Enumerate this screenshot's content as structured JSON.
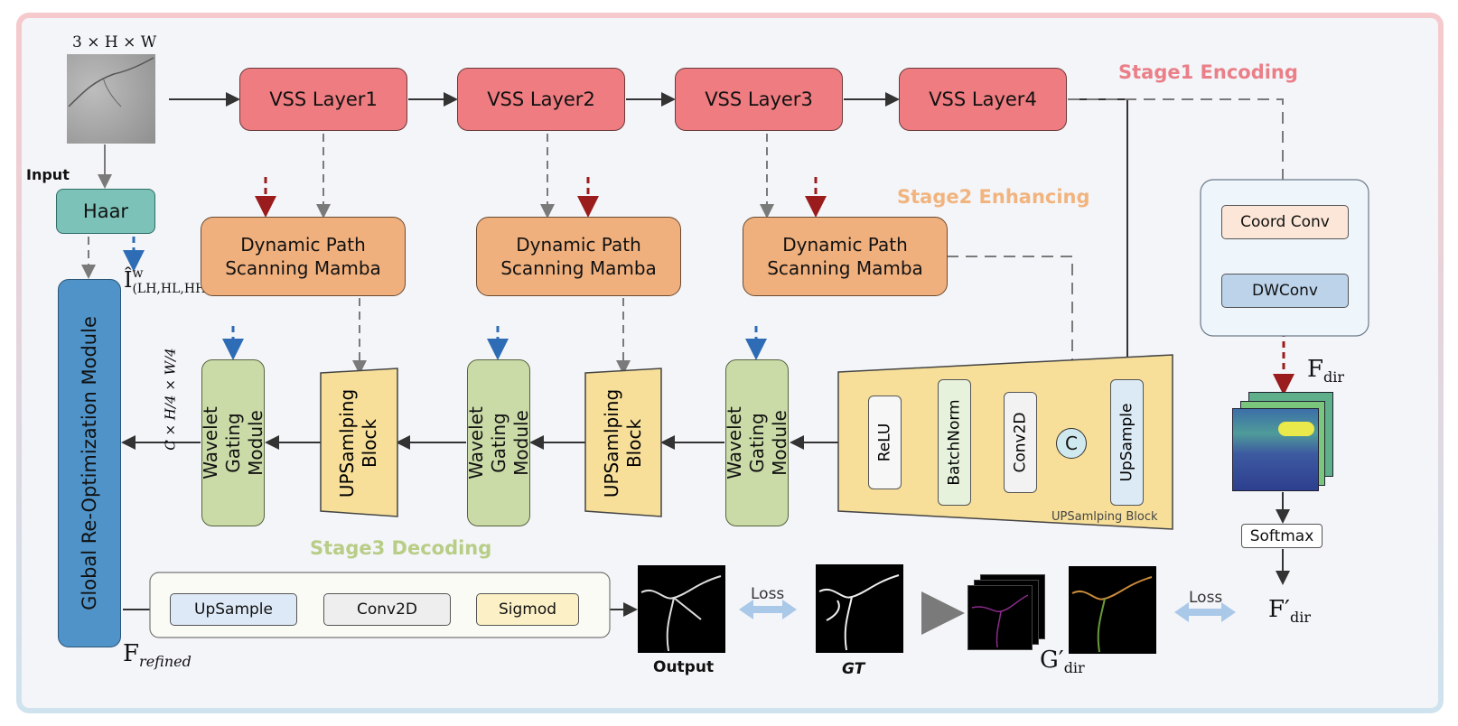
{
  "input": {
    "dims": "3 × H × W",
    "label": "Input"
  },
  "encoder": {
    "stage_label": "Stage1 Encoding",
    "layers": [
      "VSS Layer1",
      "VSS Layer2",
      "VSS Layer3",
      "VSS Layer4"
    ]
  },
  "haar": {
    "label": "Haar",
    "subband": "Î",
    "subband_sup": "w",
    "subband_sub": "(LH,HL,HH)"
  },
  "enhancer": {
    "stage_label": "Stage2 Enhancing",
    "modules": [
      "Dynamic Path\nScanning Mamba",
      "Dynamic Path\nScanning Mamba",
      "Dynamic Path\nScanning Mamba"
    ]
  },
  "decoder": {
    "stage_label": "Stage3 Decoding",
    "gating": [
      "Wavelet\nGating Module",
      "Wavelet\nGating Module",
      "Wavelet\nGating Module"
    ],
    "upsampling": [
      "UPSamlping\nBlock",
      "UPSamlping\nBlock"
    ],
    "feature_dims": "C × H/4 × W/4",
    "up_block": {
      "caption": "UPSamlping Block",
      "ops": [
        "UpSample",
        "Conv2D",
        "BatchNorm",
        "ReLU"
      ],
      "concat": "C"
    }
  },
  "global_module": "Global Re-Optimization Module",
  "head": {
    "ops": [
      "UpSample",
      "Conv2D",
      "Sigmod"
    ],
    "refined_label": "F",
    "refined_sub": "refined"
  },
  "direction": {
    "ops": [
      "Coord Conv",
      "DWConv"
    ],
    "softmax": "Softmax",
    "f_dir": "F",
    "f_dir_sub": "dir",
    "f_dir_prime": "F′",
    "f_dir_prime_sub": "dir"
  },
  "outputs": {
    "output": "Output",
    "gt": "GT",
    "loss": "Loss",
    "g_dir": "G′",
    "g_dir_sub": "dir"
  }
}
